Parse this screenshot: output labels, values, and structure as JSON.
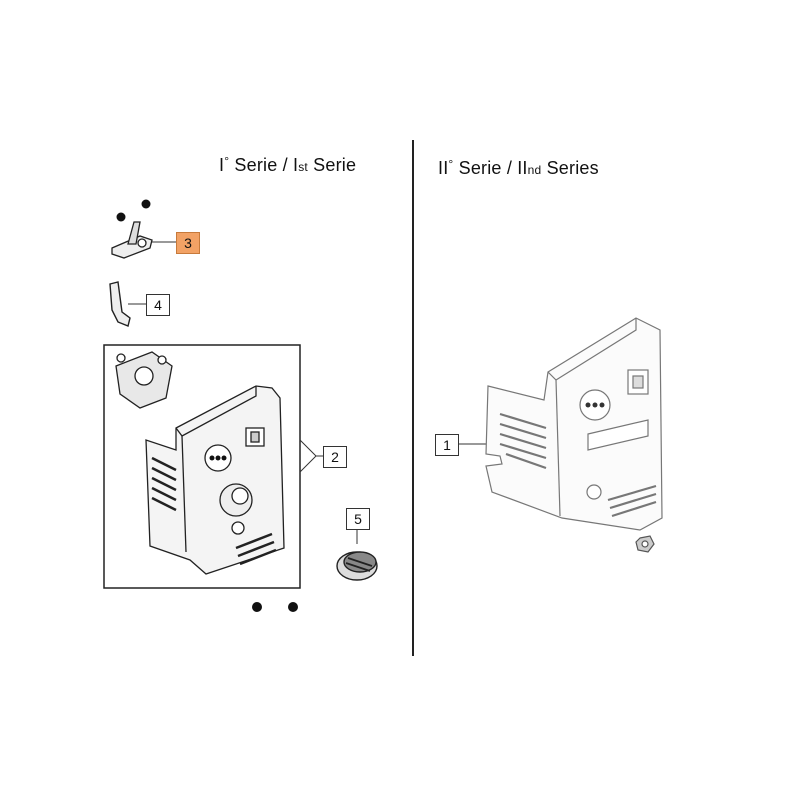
{
  "headings": {
    "first_series": {
      "main": "I",
      "sup": "°",
      "mid": " Serie / I",
      "sub": "st",
      "end": " Serie"
    },
    "second_series": {
      "main": "II",
      "sup": "°",
      "mid": " Serie / II",
      "sub": "nd",
      "end": " Series"
    }
  },
  "callouts": {
    "part_1": "1",
    "part_2": "2",
    "part_3": "3",
    "part_4": "4",
    "part_5": "5"
  },
  "colors": {
    "highlight": "#f2a265",
    "line": "#222222",
    "part_fill": "#f4f4f4"
  }
}
